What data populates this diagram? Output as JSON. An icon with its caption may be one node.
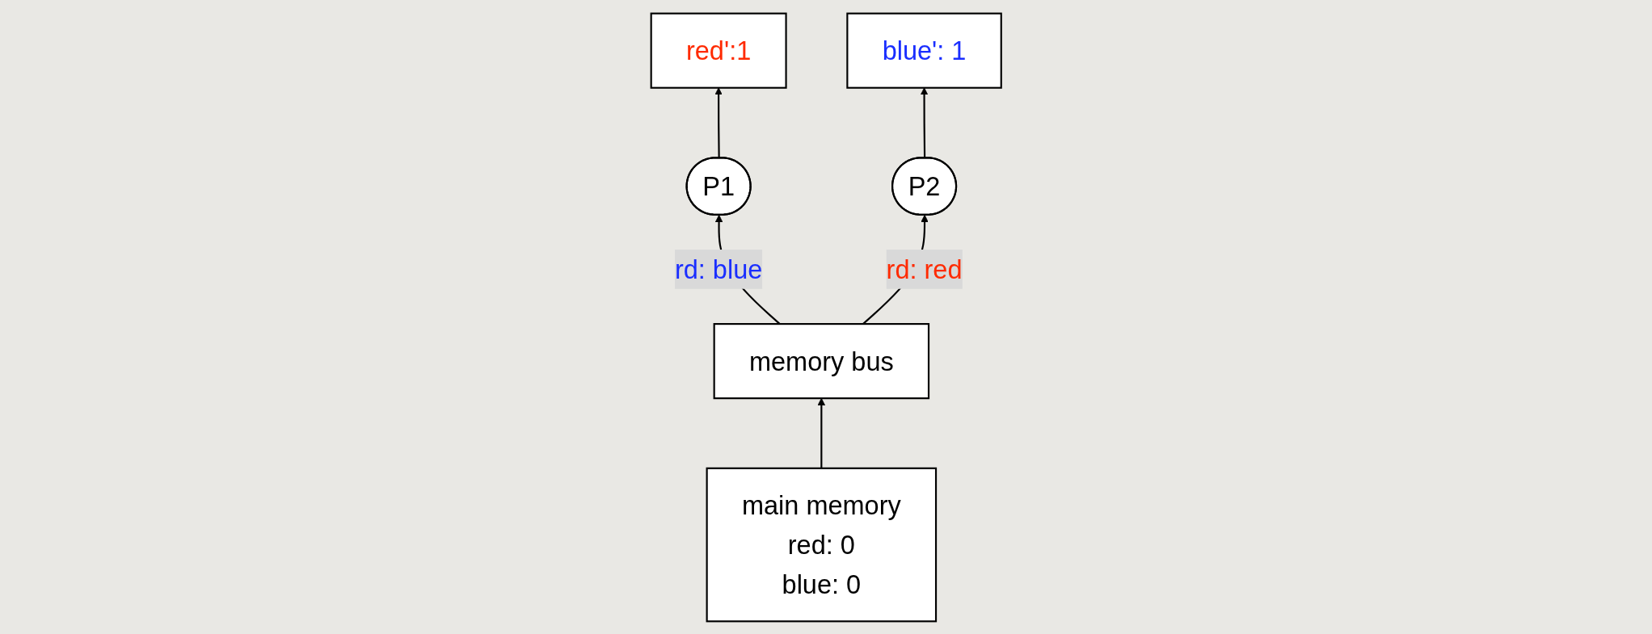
{
  "diagram": {
    "nodes": [
      {
        "text": [
          "P1"
        ]
      },
      {
        "text": [
          "P2"
        ]
      },
      {
        "text": [
          "red':1"
        ]
      },
      {
        "text": [
          "blue': 1"
        ]
      },
      {
        "text": [
          "memory bus"
        ]
      },
      {
        "text": [
          "main memory",
          "red: 0",
          "blue: 0"
        ]
      }
    ],
    "edges": [
      {
        "from": 4,
        "to": 0,
        "arrow": "to",
        "label": "rd: blue"
      },
      {
        "from": 0,
        "to": 2,
        "arrow": "to"
      },
      {
        "from": 4,
        "to": 1,
        "arrow": "to",
        "label": "rd: red"
      },
      {
        "from": 1,
        "to": 3,
        "arrow": "to"
      },
      {
        "from": 5,
        "to": 4,
        "arrow": "to"
      }
    ]
  }
}
